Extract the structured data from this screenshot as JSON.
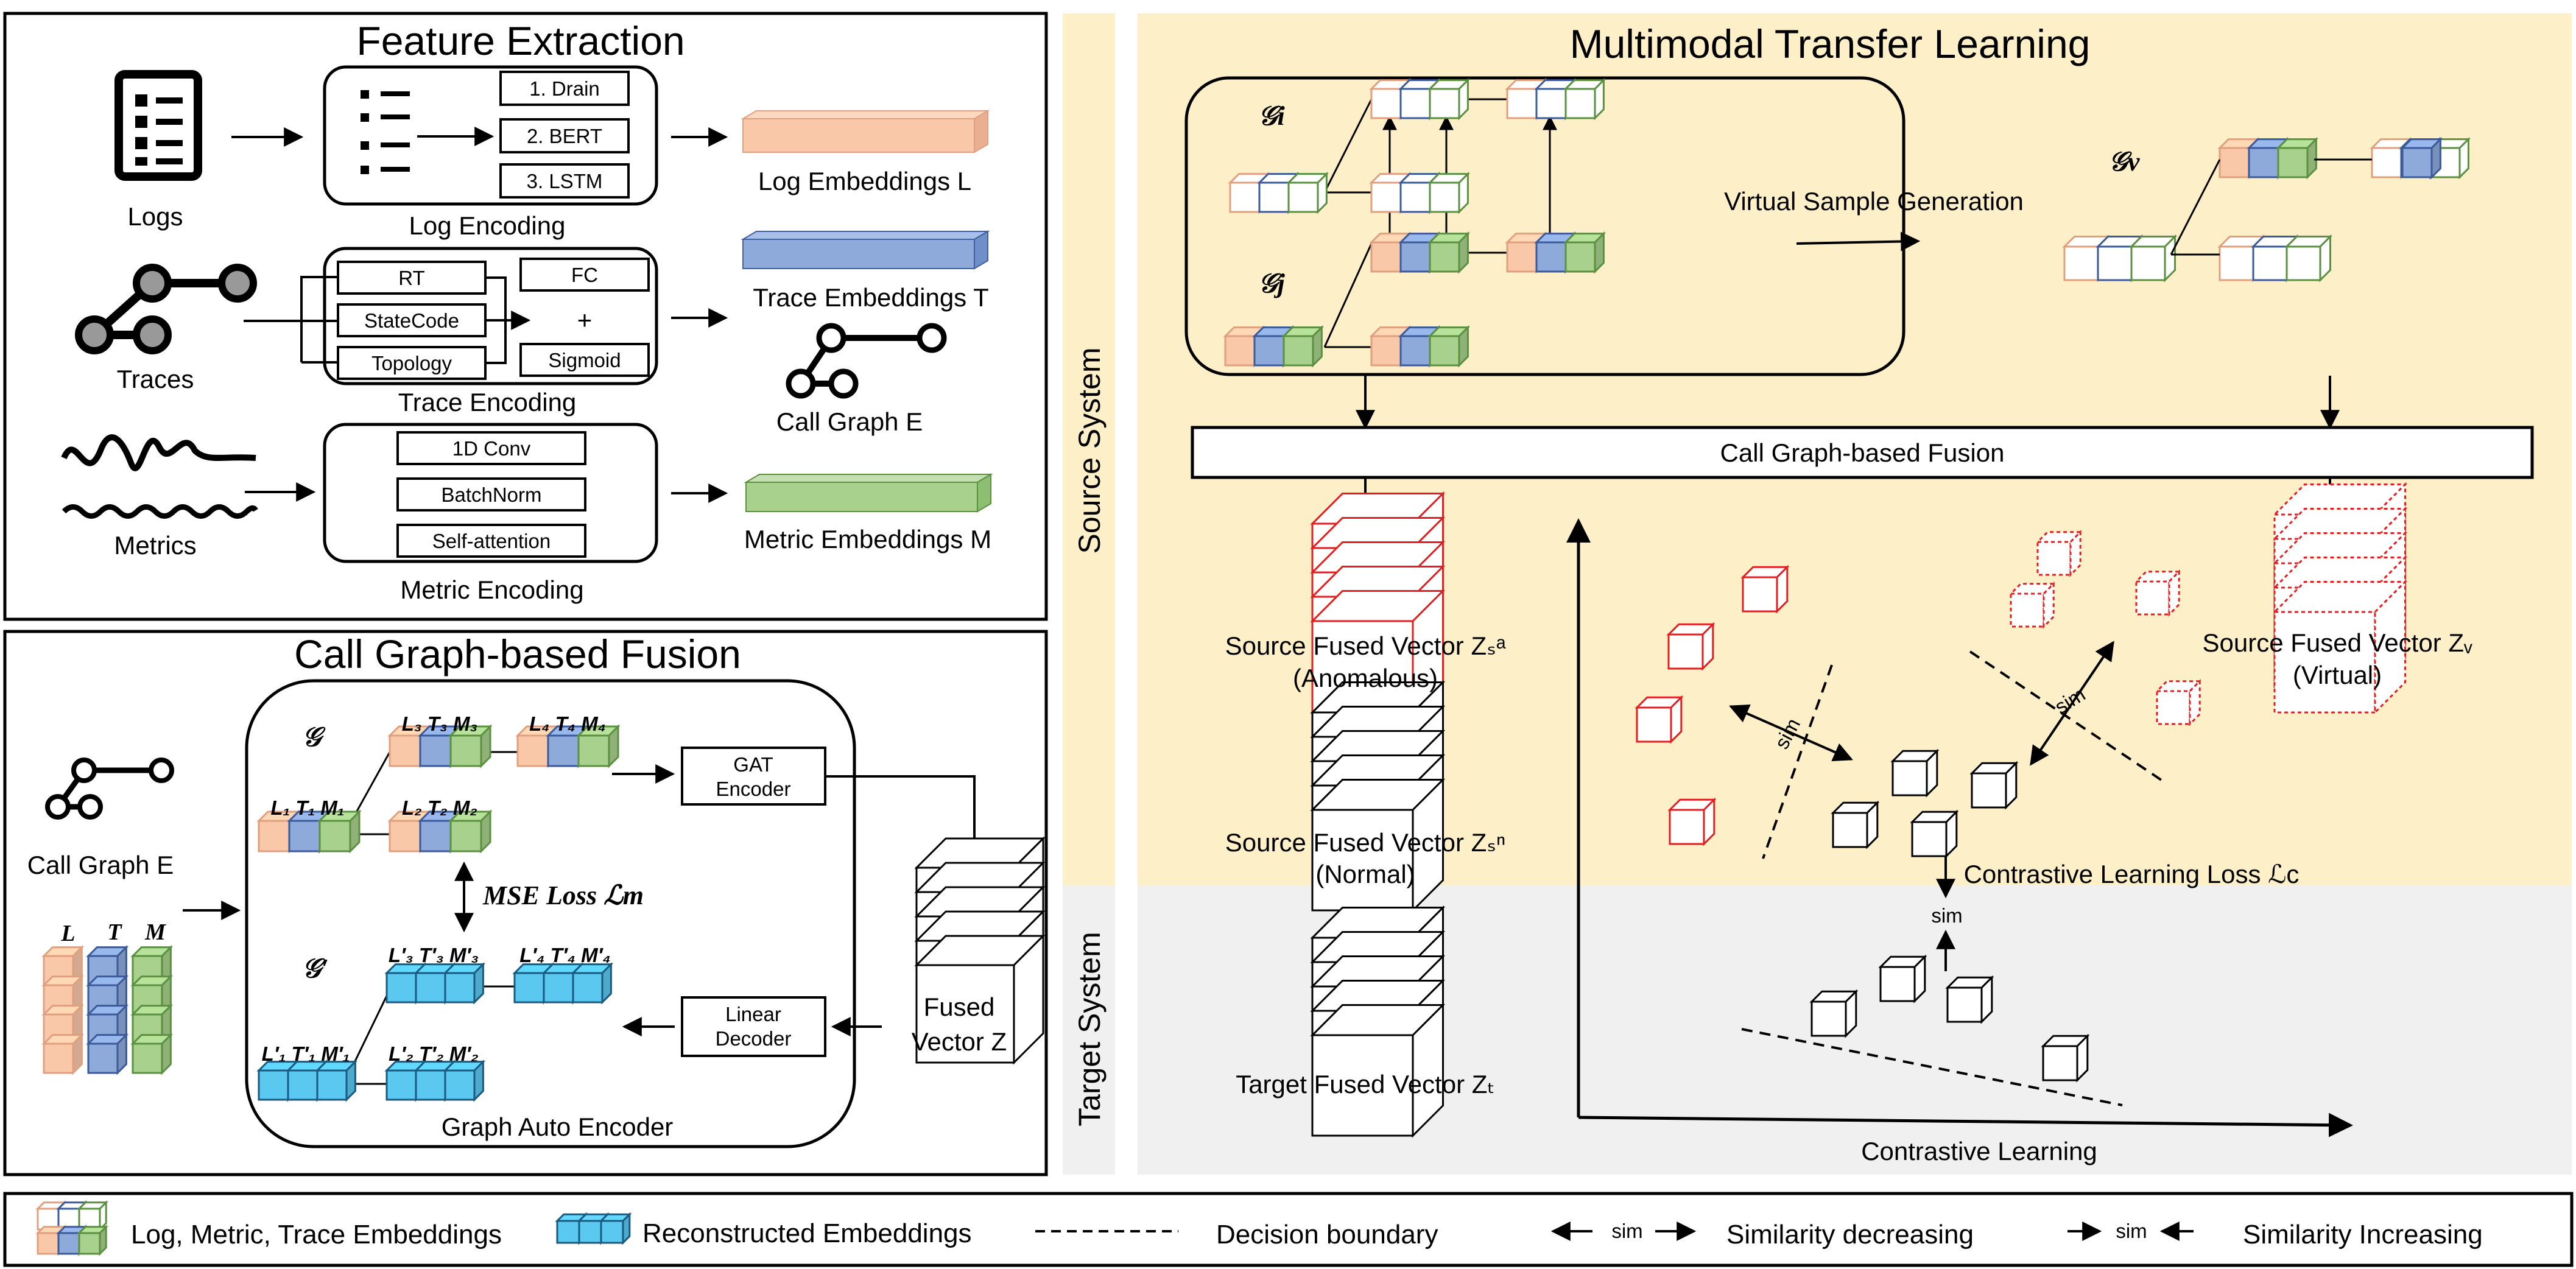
{
  "feature_extraction": {
    "title": "Feature Extraction",
    "logs_label": "Logs",
    "traces_label": "Traces",
    "metrics_label": "Metrics",
    "log_methods": [
      "1. Drain",
      "2. BERT",
      "3. LSTM"
    ],
    "log_encoding": "Log Encoding",
    "trace_left": [
      "RT",
      "StateCode",
      "Topology"
    ],
    "trace_right": [
      "FC",
      "+",
      "Sigmoid"
    ],
    "trace_encoding": "Trace Encoding",
    "metric_methods": [
      "1D Conv",
      "BatchNorm",
      "Self-attention"
    ],
    "metric_encoding": "Metric Encoding",
    "log_emb": "Log Embeddings L",
    "trace_emb": "Trace Embeddings T",
    "call_graph": "Call Graph E",
    "metric_emb": "Metric Embeddings M"
  },
  "fusion": {
    "title": "Call Graph-based Fusion",
    "call_graph": "Call Graph E",
    "ltm": [
      "L",
      "T",
      "M"
    ],
    "g": "𝒢",
    "g_prime": "𝒢′",
    "node_labels": [
      "L₃ T₃ M₃",
      "L₄ T₄ M₄",
      "L₁ T₁ M₁",
      "L₂ T₂ M₂"
    ],
    "node_labels_prime": [
      "L′₃ T′₃ M′₃",
      "L′₄ T′₄ M′₄",
      "L′₁ T′₁ M′₁",
      "L′₂ T′₂ M′₂"
    ],
    "gat_line1": "GAT",
    "gat_line2": "Encoder",
    "mse_loss": "MSE Loss ℒm",
    "linear_line1": "Linear",
    "linear_line2": "Decoder",
    "fused_line1": "Fused",
    "fused_line2": "Vector Z",
    "gae": "Graph Auto Encoder"
  },
  "mtl": {
    "title": "Multimodal Transfer Learning",
    "source_system": "Source System",
    "target_system": "Target System",
    "gi": "𝒢i",
    "gj": "𝒢j",
    "gv": "𝒢v",
    "vsg": "Virtual Sample Generation",
    "cgf": "Call Graph-based Fusion",
    "zsa_line1": "Source Fused Vector Zₛᵃ",
    "zsa_line2": "(Anomalous)",
    "zsn_line1": "Source Fused Vector Zₛⁿ",
    "zsn_line2": "(Normal)",
    "zv_line1": "Source Fused Vector Zᵥ",
    "zv_line2": "(Virtual)",
    "zt": "Target Fused Vector Zₜ",
    "sim": "sim",
    "cll": "Contrastive Learning Loss ℒc",
    "cl": "Contrastive Learning"
  },
  "legend": {
    "lmt": "Log, Metric, Trace Embeddings",
    "recon": "Reconstructed Embeddings",
    "boundary": "Decision boundary",
    "sim": "sim",
    "sim_dec": "Similarity decreasing",
    "sim_inc": "Similarity Increasing"
  },
  "colors": {
    "log": "#f8c8a8",
    "trace": "#8eaadb",
    "metric": "#a9d18e",
    "recon": "#5bc8f0",
    "source_bg": "#fdefc8",
    "target_bg": "#f0f0f0",
    "anomaly": "#e02020"
  }
}
